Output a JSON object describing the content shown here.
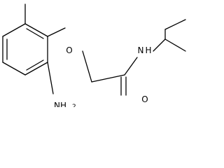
{
  "molecule": {
    "atoms": {
      "ether_oxygen": "O",
      "amide_nitrogen": "N",
      "amide_hydrogen": "H",
      "carbonyl_oxygen": "O",
      "amino_group": "NH",
      "amino_subscript": "2"
    }
  },
  "colors": {
    "bond": "#000000",
    "label": "#000000",
    "background": "#ffffff"
  }
}
